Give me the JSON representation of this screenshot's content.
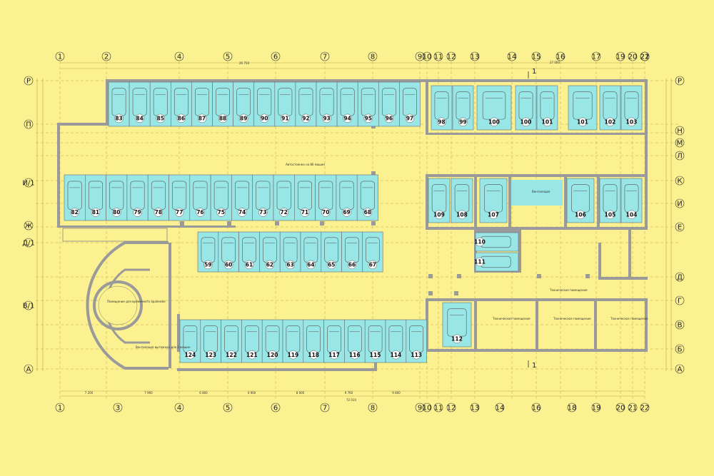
{
  "axes": {
    "top_cols": [
      "1",
      "2",
      "4",
      "5",
      "6",
      "7",
      "8",
      "9",
      "10",
      "11",
      "12",
      "13",
      "14",
      "15",
      "16",
      "17",
      "19",
      "20",
      "21",
      "22"
    ],
    "bottom_cols": [
      "1",
      "3",
      "4",
      "5",
      "6",
      "7",
      "8",
      "9",
      "10",
      "11",
      "12",
      "13",
      "14",
      "16",
      "18",
      "19",
      "20",
      "21",
      "22"
    ],
    "left_rows": [
      "Р",
      "П",
      "И/1",
      "Ж",
      "Д/1",
      "В/1",
      "А"
    ],
    "right_rows": [
      "Р",
      "Н",
      "М",
      "Л",
      "К",
      "И",
      "Е",
      "Д",
      "Г",
      "В",
      "Б",
      "А"
    ],
    "section_marker": "1"
  },
  "dims": {
    "top_overall": "26 750",
    "top_right": "27 000",
    "bottom_overall": "72 010",
    "bottom_segments": [
      "7 200",
      "7 900",
      "6 800",
      "4 900",
      "8 000",
      "9 760",
      "9 800"
    ]
  },
  "rows": {
    "top": [
      "83",
      "84",
      "85",
      "86",
      "87",
      "88",
      "89",
      "90",
      "91",
      "92",
      "93",
      "94",
      "95",
      "96",
      "97"
    ],
    "top_right": [
      "98",
      "99",
      "100",
      "100",
      "101",
      "101",
      "102",
      "103"
    ],
    "middle": [
      "82",
      "81",
      "80",
      "79",
      "78",
      "77",
      "76",
      "75",
      "74",
      "73",
      "72",
      "71",
      "70",
      "69",
      "68"
    ],
    "center": [
      "59",
      "60",
      "61",
      "62",
      "63",
      "64",
      "65",
      "66",
      "67"
    ],
    "bottom": [
      "124",
      "123",
      "122",
      "121",
      "120",
      "119",
      "118",
      "117",
      "116",
      "115",
      "114",
      "113"
    ],
    "right_mid": [
      "109",
      "108",
      "107",
      "106",
      "105",
      "104"
    ],
    "right_small": [
      "110",
      "111",
      "112"
    ]
  },
  "labels": {
    "driveway": "Автостоянка на 86 машин",
    "tech_room": "Техническое помещение",
    "vent_room": "Вентиляция",
    "ramp_room": "Помещение для временного хранения",
    "stair_room": "Вентиляция вытяжная для 2 машин"
  },
  "colors": {
    "background": "#fbf191",
    "stall": "#98e6e6",
    "wall": "#9a9a9a",
    "grid": "#c8a24a",
    "text": "#222222"
  }
}
